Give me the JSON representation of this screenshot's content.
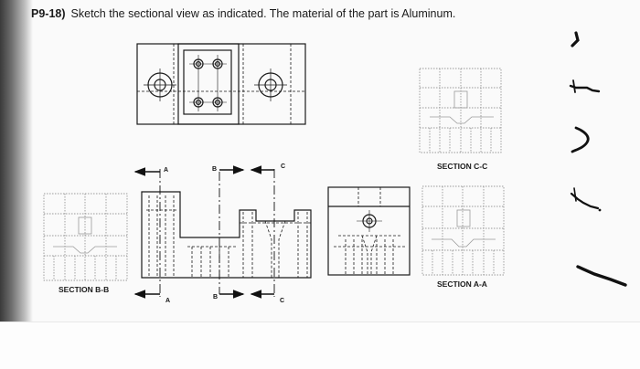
{
  "problem": {
    "number": "P9-18)",
    "text": "Sketch the sectional view as indicated. The material of the part is Aluminum."
  },
  "sections": {
    "c_c": "SECTION C-C",
    "a_a": "SECTION A-A",
    "b_b": "SECTION B-B"
  },
  "cutting_planes": {
    "a": "A",
    "b": "B",
    "c": "C"
  }
}
